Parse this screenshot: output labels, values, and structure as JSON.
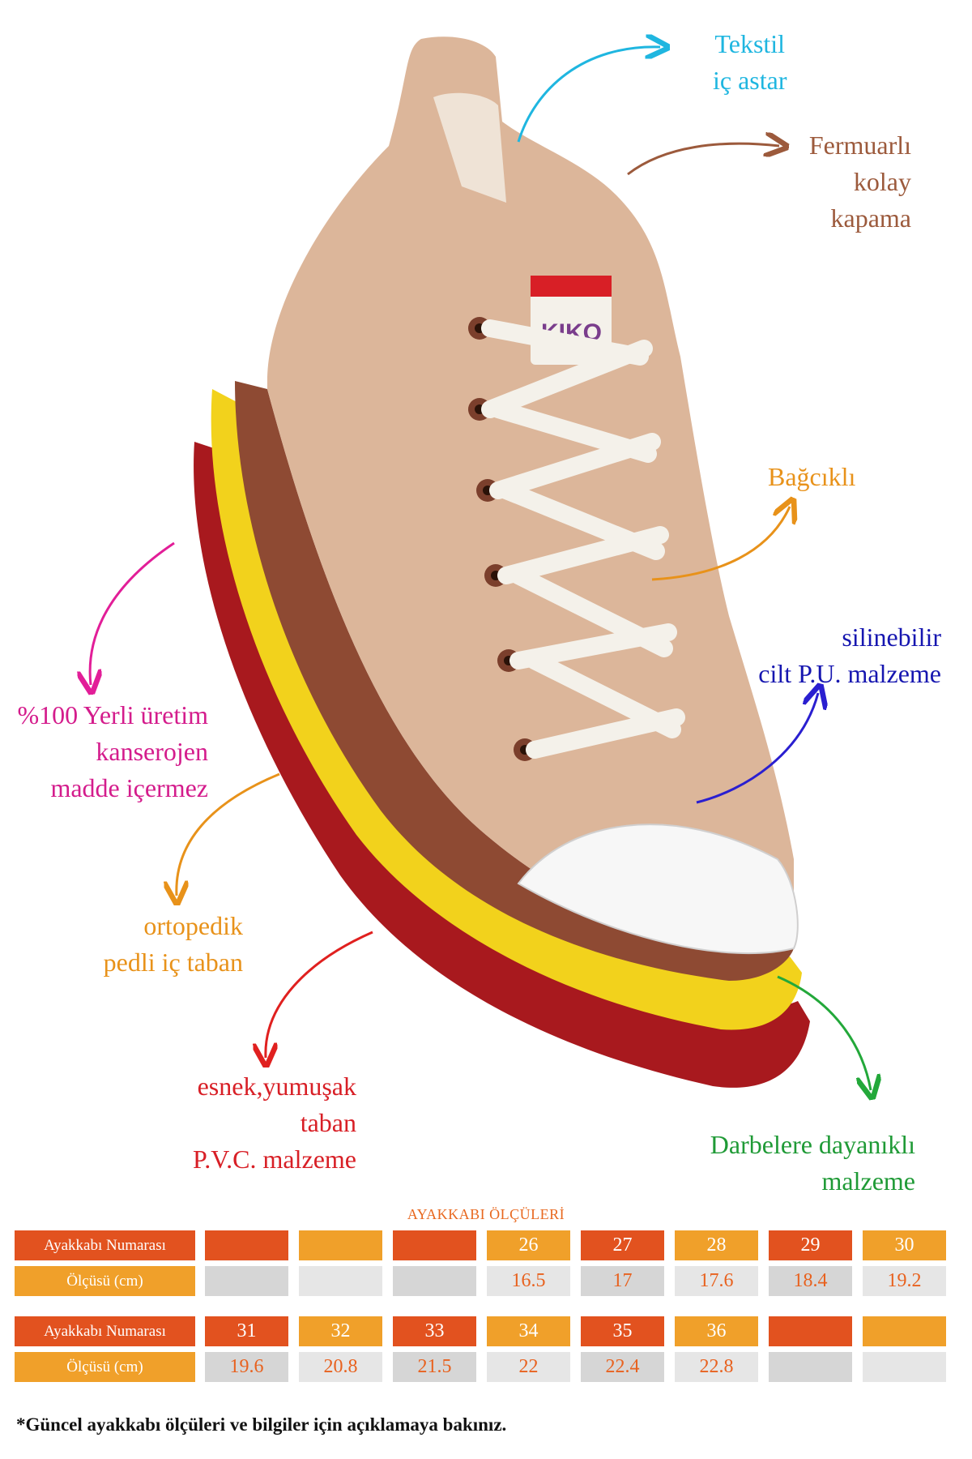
{
  "labels": {
    "lining": "Tekstil\niç astar",
    "zipper": "Fermuarlı\nkolay\nkapama",
    "laces": "Bağcıklı",
    "material": "silinebilir\ncilt P.U. malzeme",
    "local": "%100 Yerli üretim\nkanserojen\nmadde içermez",
    "insole": "ortopedik\npedli iç taban",
    "sole": "esnek,yumuşak\ntaban\nP.V.C. malzeme",
    "impact": "Darbelere dayanıklı\nmalzeme"
  },
  "brand": "KIKO",
  "colors": {
    "upper": "#dcb69a",
    "midsole_yellow": "#f2d21c",
    "outsole_red": "#a8191e",
    "lace": "#f4f1ea",
    "toe_cap": "#f7f7f7",
    "table_red": "#e2521f",
    "table_amber": "#f0a02a",
    "table_grey": "#d6d6d6"
  },
  "size_table": {
    "title": "AYAKKABI ÖLÇÜLERİ",
    "number_label": "Ayakkabı Numarası",
    "measure_label": "Ölçüsü (cm)",
    "rows": [
      {
        "numbers": [
          "",
          "",
          "",
          "26",
          "27",
          "28",
          "29",
          "30"
        ],
        "measures": [
          "",
          "",
          "",
          "16.5",
          "17",
          "17.6",
          "18.4",
          "19.2"
        ]
      },
      {
        "numbers": [
          "31",
          "32",
          "33",
          "34",
          "35",
          "36",
          "",
          ""
        ],
        "measures": [
          "19.6",
          "20.8",
          "21.5",
          "22",
          "22.4",
          "22.8",
          "",
          ""
        ]
      }
    ]
  },
  "footnote": "*Güncel ayakkabı ölçüleri ve bilgiler için açıklamaya bakınız."
}
